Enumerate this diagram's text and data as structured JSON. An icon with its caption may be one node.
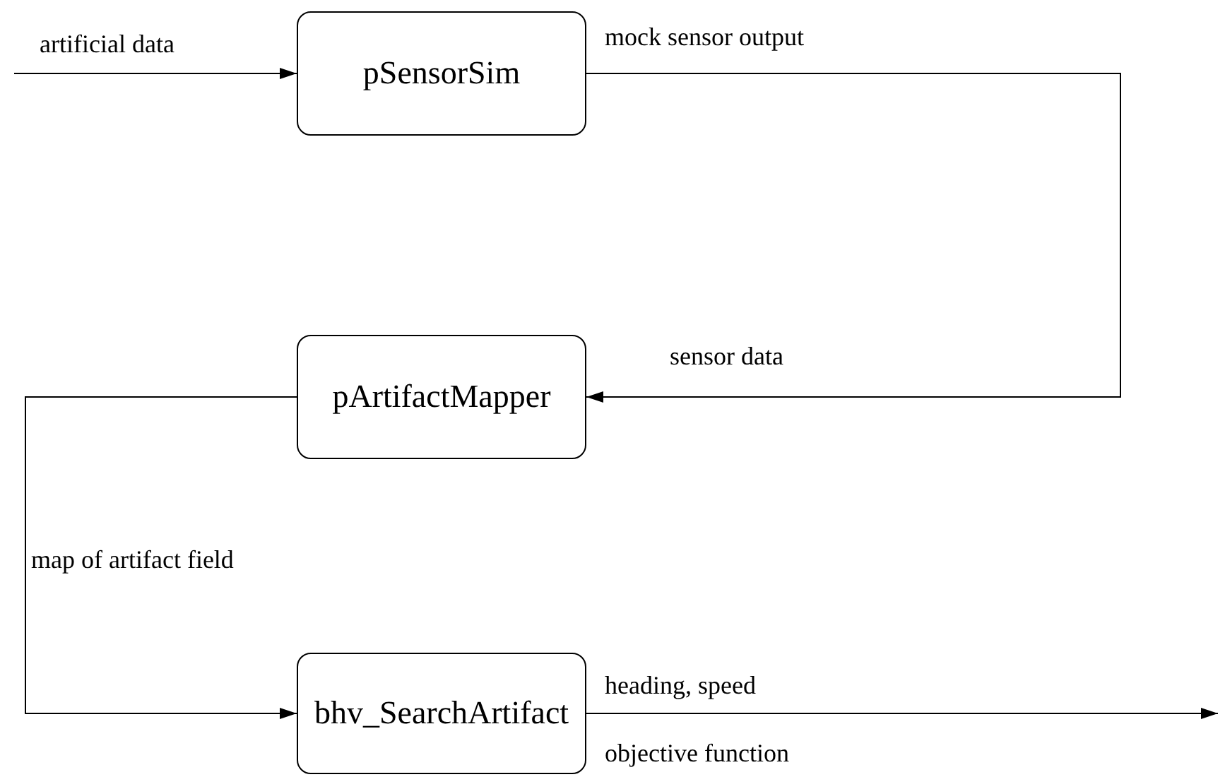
{
  "diagram": {
    "nodes": [
      {
        "text": [
          "pSensorSim"
        ]
      },
      {
        "text": [
          "pArtifactMapper"
        ]
      },
      {
        "text": [
          "bhv_SearchArtifact"
        ]
      }
    ],
    "edges": [
      {
        "from": null,
        "to": 0,
        "arrow": "to",
        "label": "artificial data"
      },
      {
        "from": 0,
        "to": 1,
        "arrow": "to",
        "label": "mock sensor output"
      },
      {
        "from": 1,
        "to": 2,
        "arrow": "to",
        "label": "map of artifact field"
      },
      {
        "from": 2,
        "to": null,
        "arrow": "to",
        "label": "heading, speed"
      }
    ],
    "labels": [
      "sensor data",
      "objective function"
    ]
  }
}
